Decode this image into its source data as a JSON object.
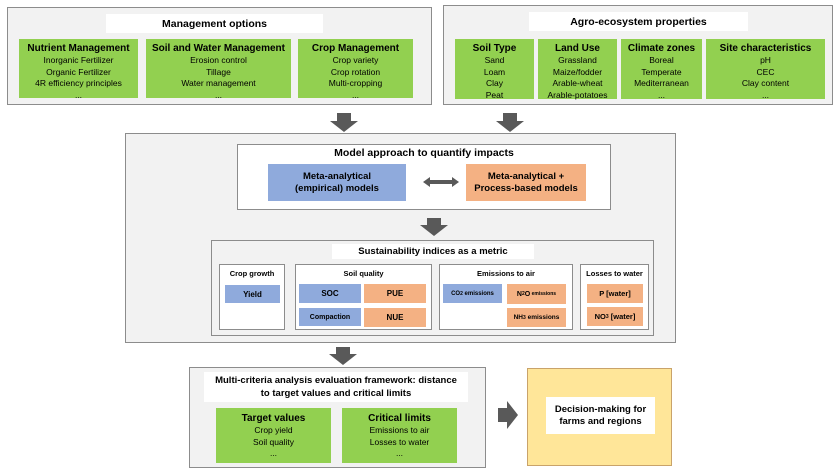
{
  "management": {
    "title": "Management options",
    "boxes": [
      {
        "title": "Nutrient Management",
        "items": [
          "Inorganic Fertilizer",
          "Organic Fertilizer",
          "4R efficiency principles",
          "..."
        ]
      },
      {
        "title": "Soil and Water Management",
        "items": [
          "Erosion control",
          "Tillage",
          "Water management",
          "..."
        ]
      },
      {
        "title": "Crop Management",
        "items": [
          "Crop variety",
          "Crop rotation",
          "Multi-cropping",
          "..."
        ]
      }
    ]
  },
  "agro": {
    "title": "Agro-ecosystem properties",
    "boxes": [
      {
        "title": "Soil Type",
        "items": [
          "Sand",
          "Loam",
          "Clay",
          "Peat"
        ]
      },
      {
        "title": "Land Use",
        "items": [
          "Grassland",
          "Maize/fodder",
          "Arable-wheat",
          "Arable-potatoes"
        ]
      },
      {
        "title": "Climate zones",
        "items": [
          "Boreal",
          "Temperate",
          "Mediterranean",
          "..."
        ]
      },
      {
        "title": "Site characteristics",
        "items": [
          "pH",
          "CEC",
          "Clay content",
          "..."
        ]
      }
    ]
  },
  "model": {
    "title": "Model approach to quantify impacts",
    "empirical_line1": "Meta-analytical",
    "empirical_line2": "(empirical) models",
    "process_line1": "Meta-analytical +",
    "process_line2": "Process-based models"
  },
  "sustain": {
    "title": "Sustainability indices as a metric",
    "crop_growth": {
      "title": "Crop growth",
      "yield": "Yield"
    },
    "soil_quality": {
      "title": "Soil quality",
      "soc": "SOC",
      "pue": "PUE",
      "compaction": "Compaction",
      "nue": "NUE"
    },
    "emissions": {
      "title": "Emissions to air",
      "co2": "CO",
      "co2_sub": "2",
      "co2_suffix": " emissions",
      "n2o": "N",
      "n2o_sub": "2",
      "n2o_mid": "O",
      "n2o_suffix": " emissions",
      "nh3": "NH",
      "nh3_sub": "3",
      "nh3_suffix": " emissions"
    },
    "water": {
      "title": "Losses to water",
      "p": "P [water]",
      "no3": "NO",
      "no3_sub": "3",
      "no3_suffix": " [water]"
    }
  },
  "mca": {
    "title_line1": "Multi-criteria analysis evaluation framework: distance",
    "title_line2": "to target values and critical limits",
    "target": {
      "title": "Target values",
      "items": [
        "Crop yield",
        "Soil quality",
        "..."
      ]
    },
    "critical": {
      "title": "Critical limits",
      "items": [
        "Emissions to air",
        "Losses to water",
        "..."
      ]
    }
  },
  "decision": {
    "line1": "Decision-making for",
    "line2": "farms and regions"
  },
  "colors": {
    "green": "#92d050",
    "blue": "#8faadc",
    "orange": "#f4b183",
    "yellow": "#ffe699",
    "arrow": "#595959"
  }
}
